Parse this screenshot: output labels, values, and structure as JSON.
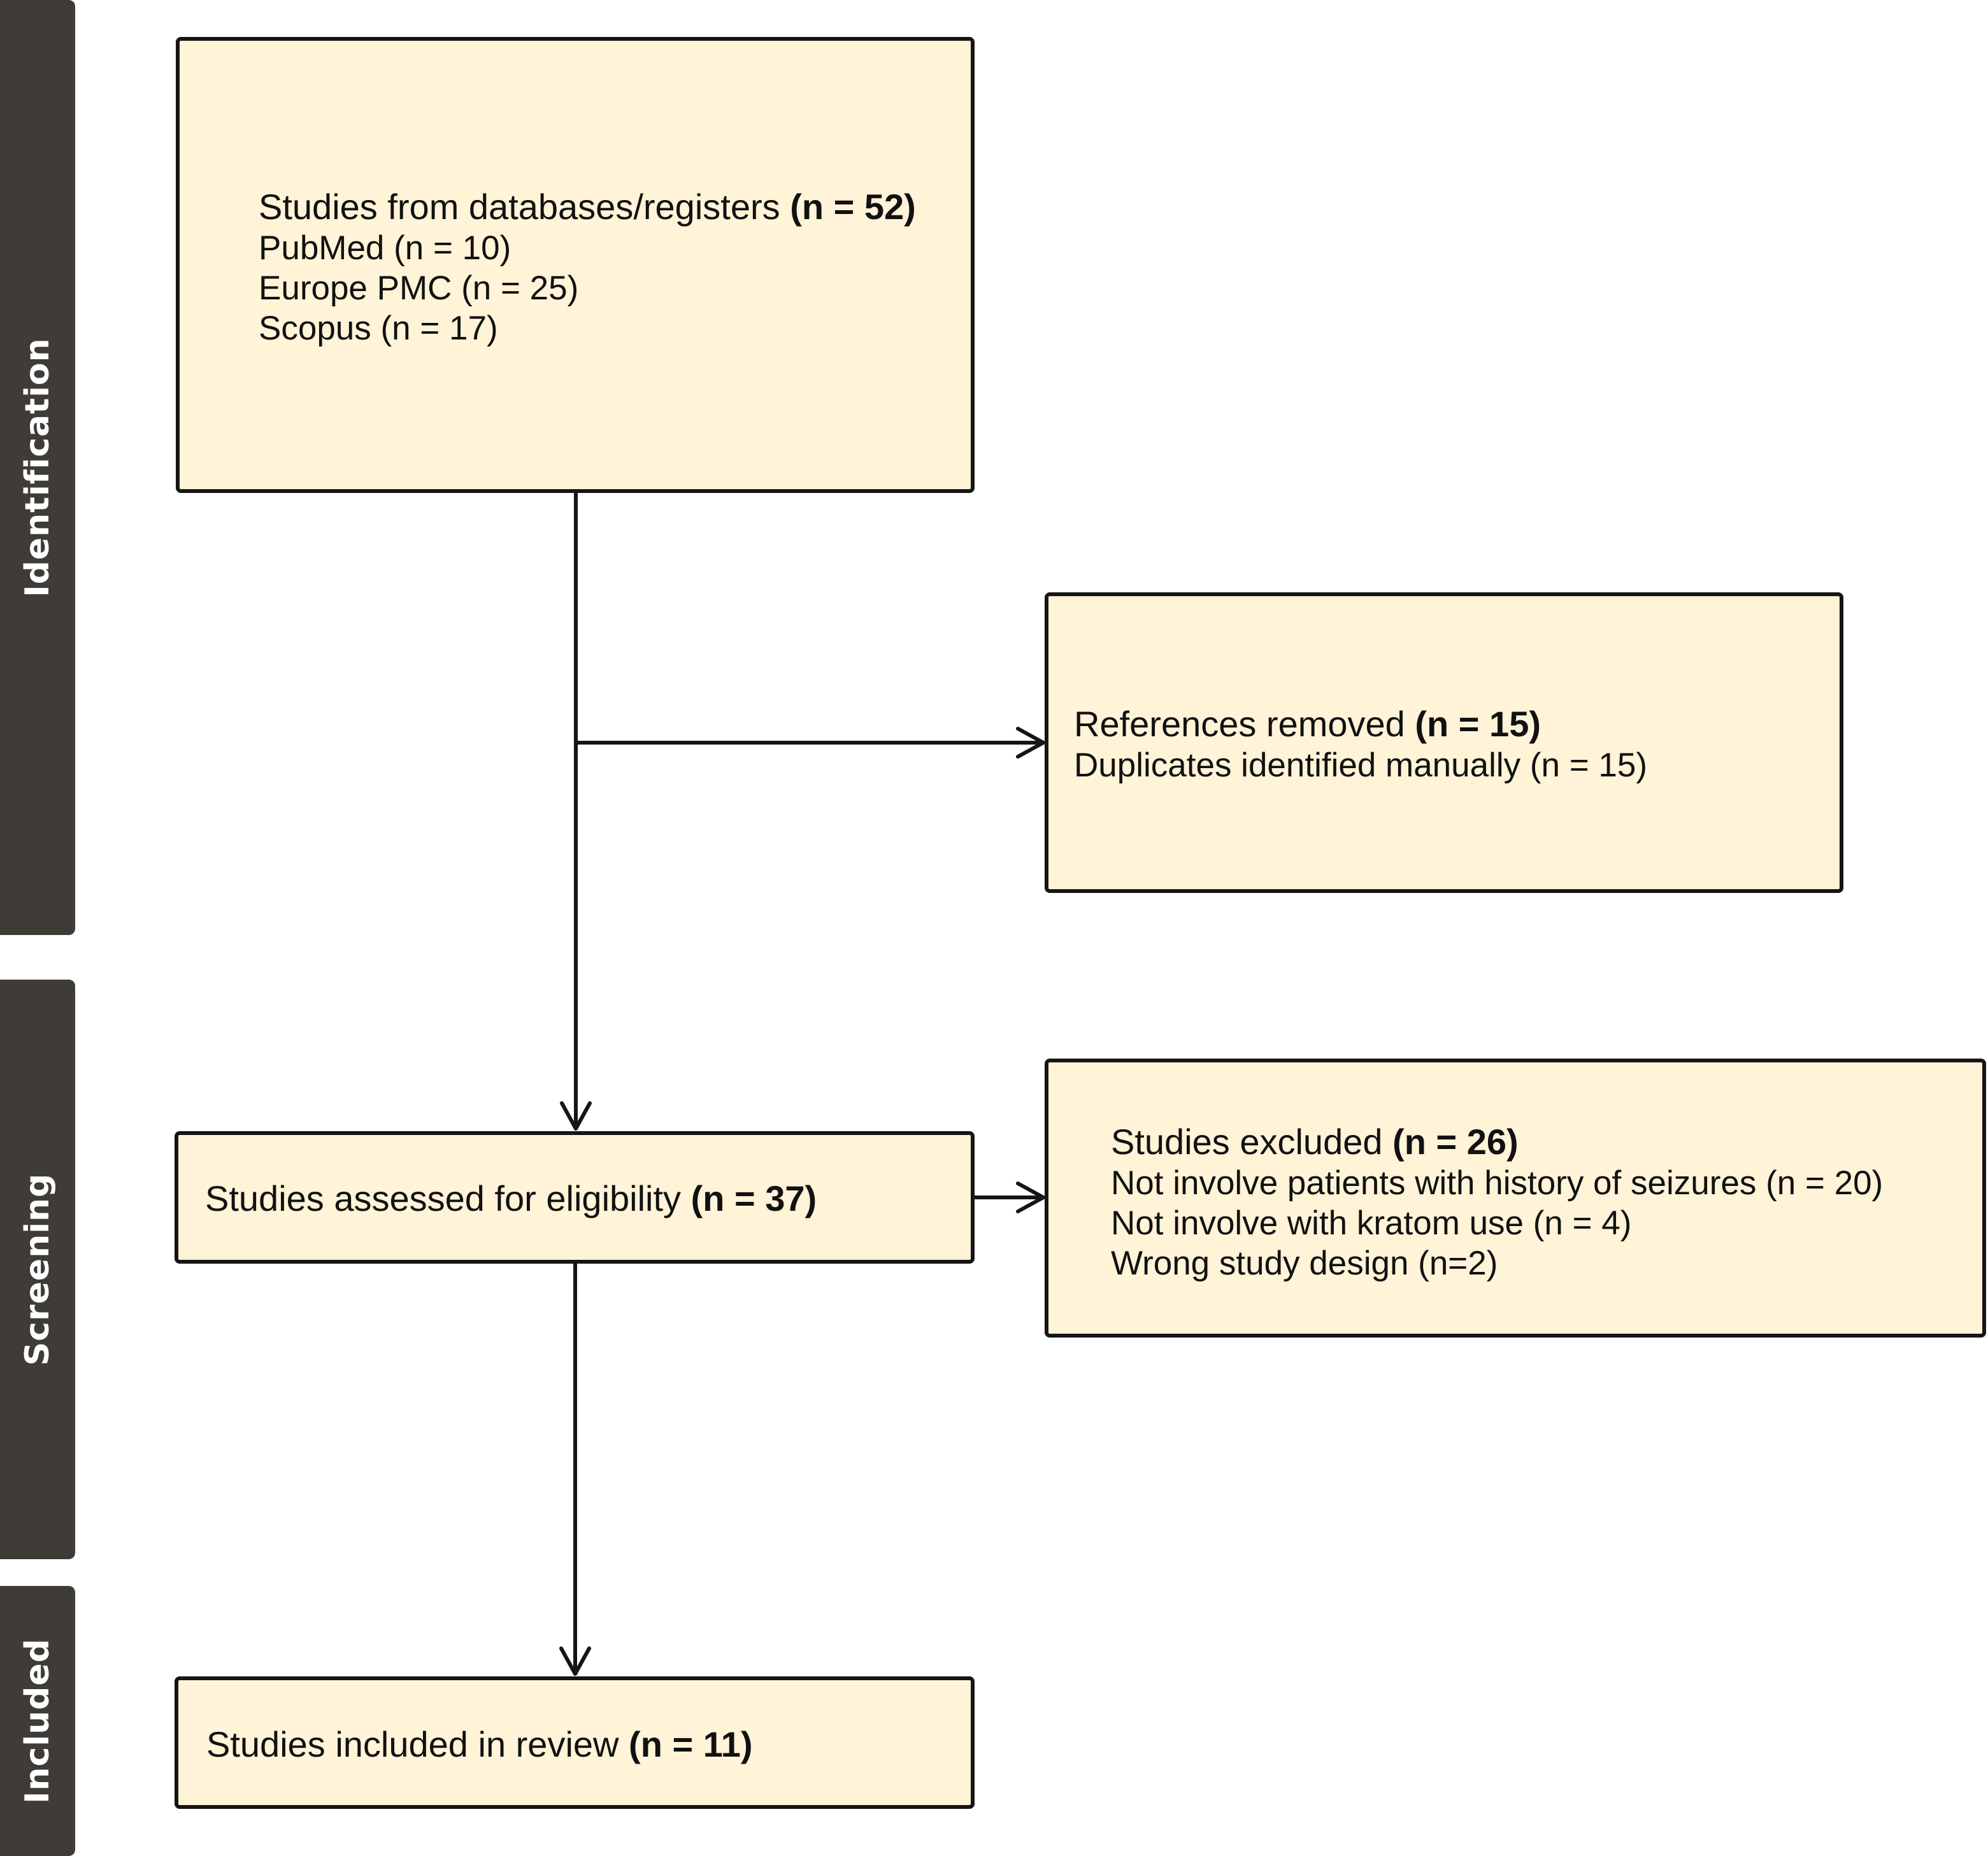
{
  "phases": {
    "identification": "Identification",
    "screening": "Screening",
    "included": "Included"
  },
  "boxes": {
    "databases": {
      "title": "Studies from databases/registers",
      "count": "(n = 52)",
      "lines": [
        "PubMed (n = 10)",
        "Europe PMC (n = 25)",
        "Scopus (n = 17)"
      ]
    },
    "removed": {
      "title": "References removed",
      "count": "(n = 15)",
      "lines": [
        "Duplicates identified manually (n = 15)"
      ]
    },
    "assessed": {
      "title": "Studies assessed for eligibility",
      "count": "(n = 37)"
    },
    "excluded": {
      "title": "Studies excluded",
      "count": "(n = 26)",
      "lines": [
        "Not involve patients with history of seizures (n = 20)",
        "Not involve with kratom use (n = 4)",
        "Wrong study design (n=2)"
      ]
    },
    "included": {
      "title": "Studies included in review",
      "count": "(n = 11)"
    }
  },
  "colors": {
    "box_fill": "#fff3d8",
    "box_border": "#151515",
    "phase_bar": "#3f3b36",
    "phase_text": "#ffffff"
  }
}
